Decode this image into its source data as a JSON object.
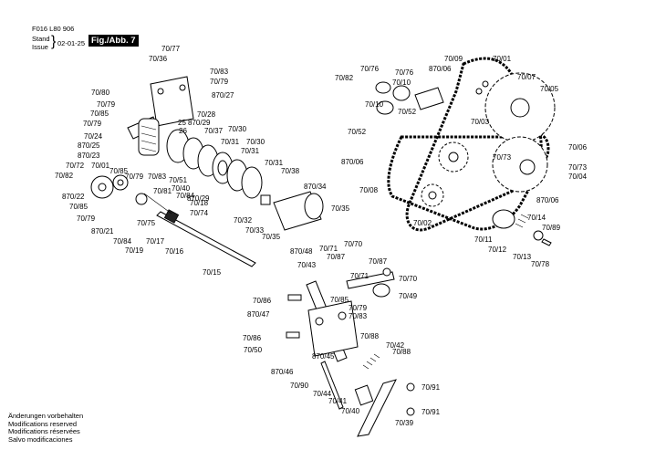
{
  "header": {
    "doc_id": "F016 L80 906",
    "stand_issue": "Stand\nIssue",
    "date": "02-01-25",
    "fig_label": "Fig./Abb. 7"
  },
  "footer": {
    "lines": [
      "Änderungen vorbehalten",
      "Modifications reserved",
      "Modifications réservées",
      "Salvo modificaciones"
    ]
  },
  "labels": [
    {
      "id": "l1",
      "text": "70/77"
    },
    {
      "id": "l2",
      "text": "70/36"
    },
    {
      "id": "l3",
      "text": "70/83"
    },
    {
      "id": "l4",
      "text": "70/79"
    },
    {
      "id": "l5",
      "text": "70/80"
    },
    {
      "id": "l6",
      "text": "70/79"
    },
    {
      "id": "l7",
      "text": "870/27"
    },
    {
      "id": "l8",
      "text": "70/85"
    },
    {
      "id": "l9",
      "text": "70/28"
    },
    {
      "id": "l10",
      "text": "70/79"
    },
    {
      "id": "l11",
      "text": "25"
    },
    {
      "id": "l12",
      "text": "870/29"
    },
    {
      "id": "l13",
      "text": "26"
    },
    {
      "id": "l14",
      "text": "70/37"
    },
    {
      "id": "l15",
      "text": "70/30"
    },
    {
      "id": "l16",
      "text": "70/24"
    },
    {
      "id": "l17",
      "text": "870/25"
    },
    {
      "id": "l18",
      "text": "70/31"
    },
    {
      "id": "l19",
      "text": "870/23"
    },
    {
      "id": "l20",
      "text": "70/31"
    },
    {
      "id": "l21",
      "text": "70/72"
    },
    {
      "id": "l22",
      "text": "70/01"
    },
    {
      "id": "l23",
      "text": "70/30"
    },
    {
      "id": "l24",
      "text": "70/82"
    },
    {
      "id": "l25",
      "text": "70/85"
    },
    {
      "id": "l26",
      "text": "70/79"
    },
    {
      "id": "l27",
      "text": "70/83"
    },
    {
      "id": "l28",
      "text": "70/31"
    },
    {
      "id": "l29",
      "text": "70/51"
    },
    {
      "id": "l30",
      "text": "70/38"
    },
    {
      "id": "l31",
      "text": "70/40"
    },
    {
      "id": "l32",
      "text": "870/29"
    },
    {
      "id": "l33",
      "text": "70/81"
    },
    {
      "id": "l34",
      "text": "870/34"
    },
    {
      "id": "l35",
      "text": "870/22"
    },
    {
      "id": "l36",
      "text": "70/84"
    },
    {
      "id": "l37",
      "text": "70/85"
    },
    {
      "id": "l38",
      "text": "70/18"
    },
    {
      "id": "l39",
      "text": "70/74"
    },
    {
      "id": "l40",
      "text": "70/35"
    },
    {
      "id": "l41",
      "text": "70/79"
    },
    {
      "id": "l42",
      "text": "70/75"
    },
    {
      "id": "l43",
      "text": "70/32"
    },
    {
      "id": "l44",
      "text": "870/21"
    },
    {
      "id": "l45",
      "text": "70/33"
    },
    {
      "id": "l46",
      "text": "70/35"
    },
    {
      "id": "l47",
      "text": "70/84"
    },
    {
      "id": "l48",
      "text": "70/17"
    },
    {
      "id": "l49",
      "text": "70/19"
    },
    {
      "id": "l50",
      "text": "70/16"
    },
    {
      "id": "l51",
      "text": "70/15"
    },
    {
      "id": "r1",
      "text": "70/82"
    },
    {
      "id": "r2",
      "text": "70/76"
    },
    {
      "id": "r3",
      "text": "70/09"
    },
    {
      "id": "r4",
      "text": "870/06"
    },
    {
      "id": "r5",
      "text": "70/01"
    },
    {
      "id": "r6",
      "text": "70/76"
    },
    {
      "id": "r7",
      "text": "70/10"
    },
    {
      "id": "r8",
      "text": "70/07"
    },
    {
      "id": "r9",
      "text": "70/05"
    },
    {
      "id": "r10",
      "text": "70/10"
    },
    {
      "id": "r11",
      "text": "70/52"
    },
    {
      "id": "r12",
      "text": "70/03"
    },
    {
      "id": "r13",
      "text": "70/52"
    },
    {
      "id": "r14",
      "text": "70/06"
    },
    {
      "id": "r15",
      "text": "870/06"
    },
    {
      "id": "r16",
      "text": "70/73"
    },
    {
      "id": "r17",
      "text": "70/73"
    },
    {
      "id": "r18",
      "text": "70/04"
    },
    {
      "id": "r19",
      "text": "70/08"
    },
    {
      "id": "r20",
      "text": "870/06"
    },
    {
      "id": "r21",
      "text": "70/14"
    },
    {
      "id": "r22",
      "text": "70/89"
    },
    {
      "id": "r23",
      "text": "70/02"
    },
    {
      "id": "r24",
      "text": "70/11"
    },
    {
      "id": "r25",
      "text": "70/12"
    },
    {
      "id": "r26",
      "text": "70/13"
    },
    {
      "id": "r27",
      "text": "70/78"
    },
    {
      "id": "b1",
      "text": "870/48"
    },
    {
      "id": "b2",
      "text": "70/71"
    },
    {
      "id": "b3",
      "text": "70/70"
    },
    {
      "id": "b4",
      "text": "70/87"
    },
    {
      "id": "b5",
      "text": "70/87"
    },
    {
      "id": "b6",
      "text": "70/43"
    },
    {
      "id": "b7",
      "text": "70/71"
    },
    {
      "id": "b8",
      "text": "70/70"
    },
    {
      "id": "b9",
      "text": "70/86"
    },
    {
      "id": "b10",
      "text": "70/85"
    },
    {
      "id": "b11",
      "text": "70/49"
    },
    {
      "id": "b12",
      "text": "70/79"
    },
    {
      "id": "b13",
      "text": "870/47"
    },
    {
      "id": "b14",
      "text": "70/83"
    },
    {
      "id": "b15",
      "text": "70/86"
    },
    {
      "id": "b16",
      "text": "70/88"
    },
    {
      "id": "b17",
      "text": "70/42"
    },
    {
      "id": "b18",
      "text": "70/50"
    },
    {
      "id": "b19",
      "text": "870/45"
    },
    {
      "id": "b20",
      "text": "70/88"
    },
    {
      "id": "b21",
      "text": "870/46"
    },
    {
      "id": "b22",
      "text": "70/90"
    },
    {
      "id": "b23",
      "text": "70/44"
    },
    {
      "id": "b24",
      "text": "70/91"
    },
    {
      "id": "b25",
      "text": "70/41"
    },
    {
      "id": "b26",
      "text": "70/40"
    },
    {
      "id": "b27",
      "text": "70/91"
    },
    {
      "id": "b28",
      "text": "70/39"
    }
  ]
}
